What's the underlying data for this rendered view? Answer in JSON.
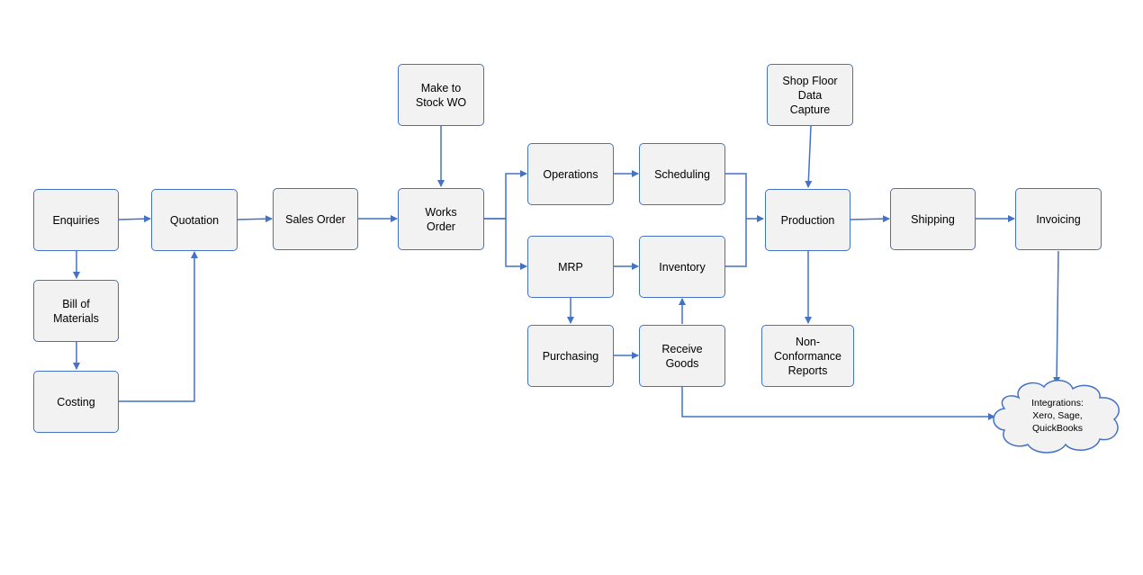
{
  "nodes": {
    "enquiries": "Enquiries",
    "quotation": "Quotation",
    "sales_order": "Sales Order",
    "make_to_stock": "Make to\nStock WO",
    "works_order": "Works\nOrder",
    "bill_of_materials": "Bill of\nMaterials",
    "costing": "Costing",
    "operations": "Operations",
    "scheduling": "Scheduling",
    "mrp": "MRP",
    "inventory": "Inventory",
    "purchasing": "Purchasing",
    "receive_goods": "Receive\nGoods",
    "shop_floor": "Shop Floor\nData\nCapture",
    "production": "Production",
    "non_conformance": "Non-\nConformance\nReports",
    "shipping": "Shipping",
    "invoicing": "Invoicing",
    "integrations": "Integrations:\nXero, Sage,\nQuickBooks"
  },
  "colors": {
    "box_fill": "#f2f2f2",
    "border": "#4472c4",
    "arrow": "#4472c4"
  },
  "connections": [
    [
      "enquiries",
      "quotation"
    ],
    [
      "quotation",
      "sales_order"
    ],
    [
      "sales_order",
      "works_order"
    ],
    [
      "make_to_stock",
      "works_order"
    ],
    [
      "enquiries",
      "bill_of_materials"
    ],
    [
      "bill_of_materials",
      "costing"
    ],
    [
      "costing",
      "quotation"
    ],
    [
      "works_order",
      "operations"
    ],
    [
      "works_order",
      "mrp"
    ],
    [
      "operations",
      "scheduling"
    ],
    [
      "mrp",
      "inventory"
    ],
    [
      "mrp",
      "purchasing"
    ],
    [
      "purchasing",
      "receive_goods"
    ],
    [
      "receive_goods",
      "inventory"
    ],
    [
      "scheduling",
      "production"
    ],
    [
      "inventory",
      "production"
    ],
    [
      "shop_floor",
      "production"
    ],
    [
      "production",
      "non_conformance"
    ],
    [
      "production",
      "shipping"
    ],
    [
      "shipping",
      "invoicing"
    ],
    [
      "invoicing",
      "integrations"
    ],
    [
      "receive_goods",
      "integrations"
    ]
  ]
}
